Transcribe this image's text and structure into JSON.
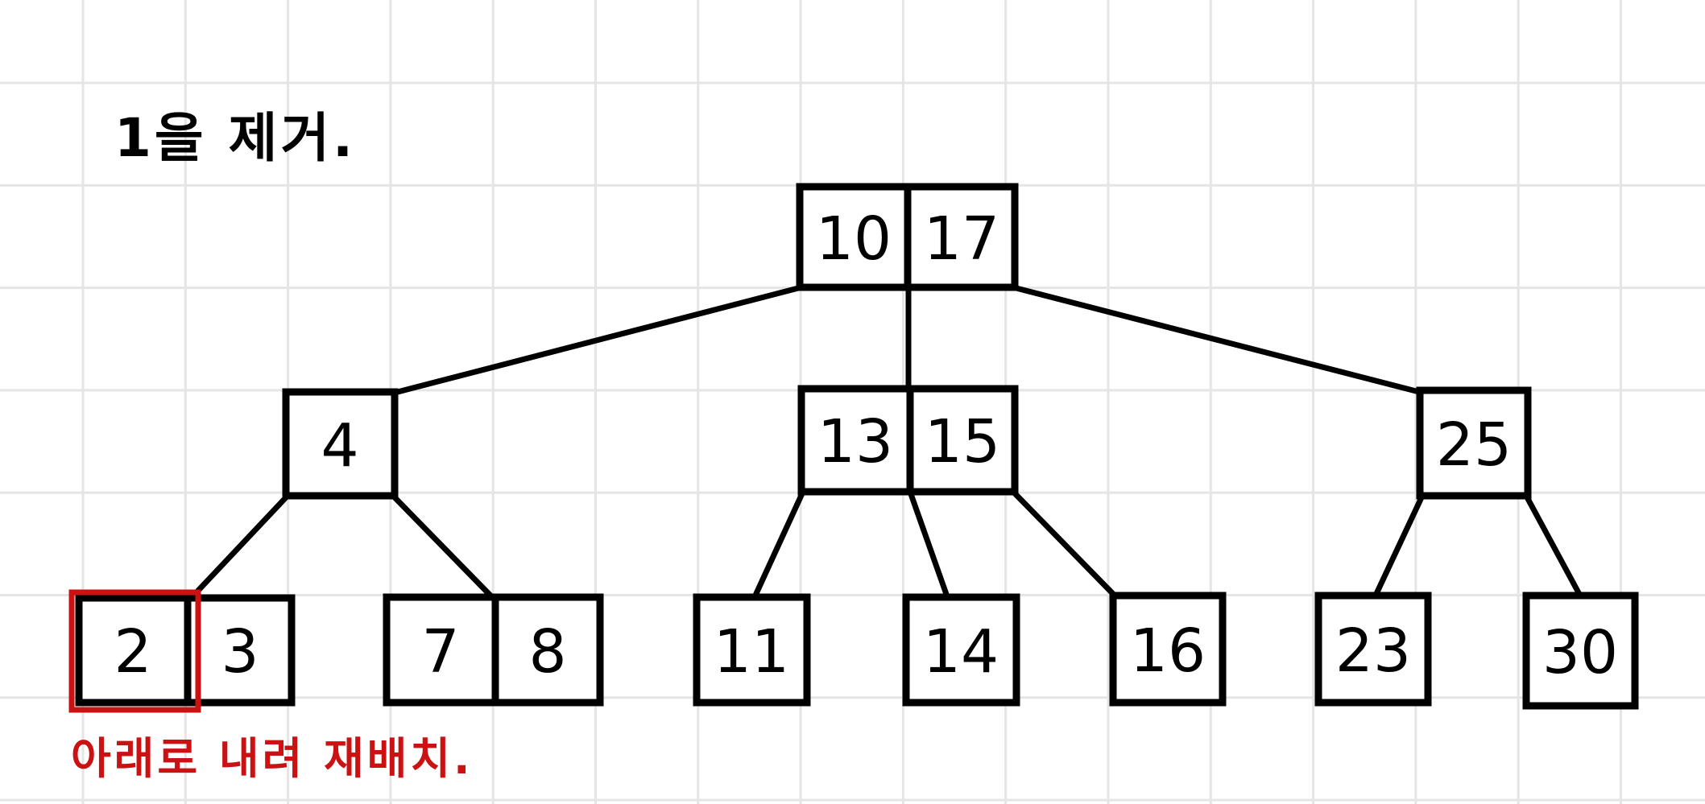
{
  "annotations": {
    "title": "1을 제거.",
    "rearrange": "아래로 내려 재배치."
  },
  "colors": {
    "ink": "#000000",
    "highlight_red": "#cb1212",
    "grid_line": "#e5e5e5",
    "paper": "#ffffff"
  },
  "tree": {
    "type": "2-3 tree (B-tree) deletion step",
    "nodes": {
      "root": {
        "level": 0,
        "keys": [
          "10",
          "17"
        ]
      },
      "left": {
        "level": 1,
        "keys": [
          "4"
        ]
      },
      "center": {
        "level": 1,
        "keys": [
          "13",
          "15"
        ]
      },
      "right": {
        "level": 1,
        "keys": [
          "25"
        ]
      },
      "leaf_2_3": {
        "level": 2,
        "keys": [
          "2",
          "3"
        ],
        "highlighted_key": "2"
      },
      "leaf_7_8": {
        "level": 2,
        "keys": [
          "7",
          "8"
        ]
      },
      "leaf_11": {
        "level": 2,
        "keys": [
          "11"
        ]
      },
      "leaf_14": {
        "level": 2,
        "keys": [
          "14"
        ]
      },
      "leaf_16": {
        "level": 2,
        "keys": [
          "16"
        ]
      },
      "leaf_23": {
        "level": 2,
        "keys": [
          "23"
        ]
      },
      "leaf_30": {
        "level": 2,
        "keys": [
          "30"
        ]
      }
    },
    "edges": [
      "root->left",
      "root->center",
      "root->right",
      "left->leaf_2_3",
      "left->leaf_7_8",
      "center->leaf_11",
      "center->leaf_14",
      "center->leaf_16",
      "right->leaf_23",
      "right->leaf_30"
    ]
  }
}
